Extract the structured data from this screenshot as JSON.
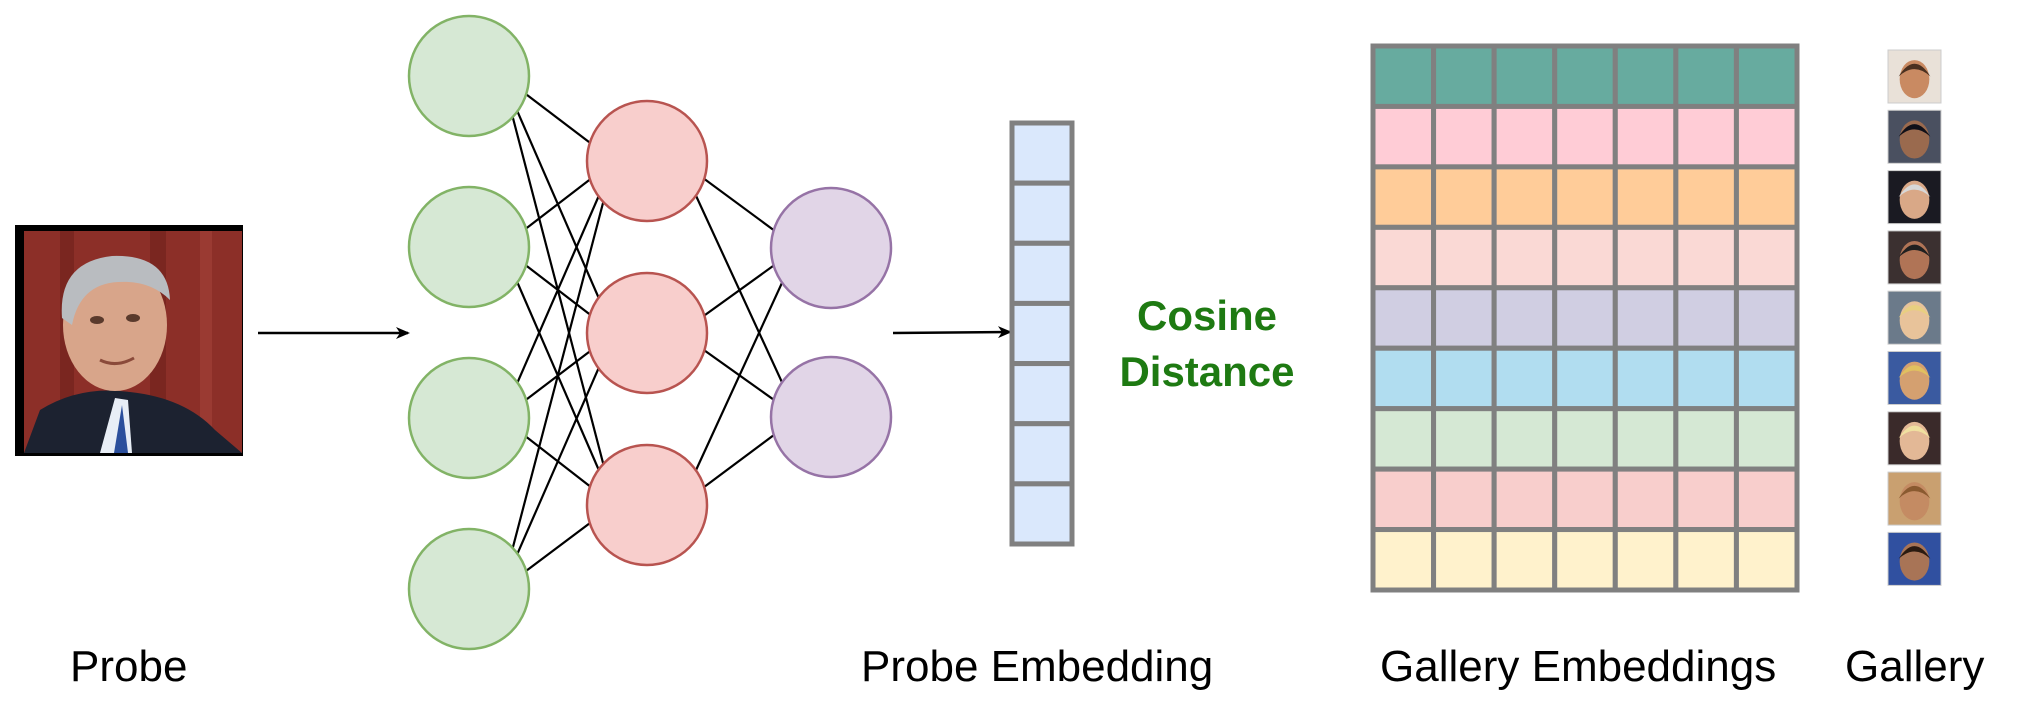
{
  "labels": {
    "probe": "Probe",
    "probe_embedding": "Probe Embedding",
    "cosine_line1": "Cosine",
    "cosine_line2": "Distance",
    "gallery_embeddings": "Gallery Embeddings",
    "gallery": "Gallery"
  },
  "colors": {
    "input_node_fill": "#d6e8d4",
    "input_node_stroke": "#82b366",
    "hidden_node_fill": "#f8cecc",
    "hidden_node_stroke": "#b85450",
    "output_node_fill": "#e1d5e7",
    "output_node_stroke": "#9673a6",
    "embedding_cell_fill": "#dae8fc",
    "grid_stroke": "#808080",
    "cosine_text": "#1e7a12",
    "gallery_rows": [
      "#67ab9f",
      "#ffccd6",
      "#ffcc99",
      "#fad9d5",
      "#d0cee2",
      "#b1ddf0",
      "#d5e8d4",
      "#f8cecc",
      "#fff2cc"
    ]
  },
  "network": {
    "input_nodes": 4,
    "hidden_nodes": 3,
    "output_nodes": 2
  },
  "embedding_cells": 7,
  "gallery_grid": {
    "rows": 9,
    "cols": 7
  },
  "gallery_faces": [
    {
      "icon": "face-photo-1"
    },
    {
      "icon": "face-photo-2"
    },
    {
      "icon": "face-photo-3"
    },
    {
      "icon": "face-photo-4"
    },
    {
      "icon": "face-photo-5"
    },
    {
      "icon": "face-photo-6"
    },
    {
      "icon": "face-photo-7"
    },
    {
      "icon": "face-photo-8"
    },
    {
      "icon": "face-photo-9"
    }
  ]
}
